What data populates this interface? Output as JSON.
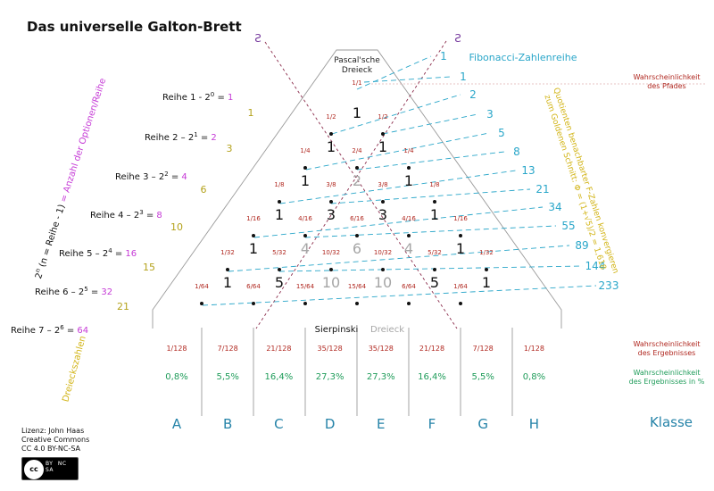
{
  "title": "Das universelle Galton-Brett",
  "pascal_label": [
    "Pascal'sche",
    "Dreieck"
  ],
  "fibonacci_label": "Fibonacci-Zahlenreihe",
  "fibonacci_numbers": [
    "1",
    "1",
    "2",
    "3",
    "5",
    "8",
    "13",
    "21",
    "34",
    "55",
    "89",
    "144",
    "233"
  ],
  "path_prob_label": [
    "Wahrscheinlichkeit",
    "des Pfades"
  ],
  "result_prob_label": [
    "Wahrscheinlichkeit",
    "des Ergebnisses"
  ],
  "result_pct_label": [
    "Wahrscheinlichkeit",
    "des Ergebnisses  in %"
  ],
  "class_label": "Klasse",
  "classes": [
    "A",
    "B",
    "C",
    "D",
    "E",
    "F",
    "G",
    "H"
  ],
  "result_fractions": [
    "1/128",
    "7/128",
    "21/128",
    "35/128",
    "35/128",
    "21/128",
    "7/128",
    "1/128"
  ],
  "result_percents": [
    "0,8%",
    "5,5%",
    "16,4%",
    "27,3%",
    "27,3%",
    "16,4%",
    "5,5%",
    "0,8%"
  ],
  "row_labels": [
    {
      "base": "Reihe 1 - 2",
      "exp": "0",
      "eq": " = ",
      "val": "1"
    },
    {
      "base": "Reihe 2 – 2",
      "exp": "1",
      "eq": " = ",
      "val": "2"
    },
    {
      "base": "Reihe 3 – 2",
      "exp": "2",
      "eq": " = ",
      "val": "4"
    },
    {
      "base": "Reihe 4 – 2",
      "exp": "3",
      "eq": " = ",
      "val": "8"
    },
    {
      "base": "Reihe 5 – 2",
      "exp": "4",
      "eq": " = ",
      "val": "16"
    },
    {
      "base": "Reihe 6 – 2",
      "exp": "5",
      "eq": " = ",
      "val": "32"
    },
    {
      "base": "Reihe 7 – 2",
      "exp": "6",
      "eq": " = ",
      "val": "64"
    }
  ],
  "triangular_numbers": [
    "1",
    "3",
    "6",
    "10",
    "15",
    "21"
  ],
  "triangular_label": "Dreieckszahlen",
  "left_vertical_label": {
    "pre": "2",
    "exp": "n",
    "mid": " (n = Reihe - 1) ",
    "hl": "= Anzahl der Optionen/Reihe"
  },
  "right_vertical_label": [
    "Quotienten benachbarter F-Zahlen konvergieren",
    "zum Goldenen Schnitt: Φ = (1+√5)/2 = 1,618"
  ],
  "sierpinski_label": [
    "Sierpinski",
    "Dreieck"
  ],
  "nz_symbol": "Ƨ",
  "pascal_rows": [
    [
      "1"
    ],
    [
      "1",
      "1"
    ],
    [
      "1",
      "2",
      "1"
    ],
    [
      "1",
      "3",
      "3",
      "1"
    ],
    [
      "1",
      "4",
      "6",
      "4",
      "1"
    ],
    [
      "1",
      "5",
      "10",
      "10",
      "5",
      "1"
    ]
  ],
  "path_fractions": [
    [
      "1/1"
    ],
    [
      "1/2",
      "1/2"
    ],
    [
      "1/4",
      "2/4",
      "1/4"
    ],
    [
      "1/8",
      "3/8",
      "3/8",
      "1/8"
    ],
    [
      "1/16",
      "4/16",
      "6/16",
      "4/16",
      "1/16"
    ],
    [
      "1/32",
      "5/32",
      "10/32",
      "10/32",
      "5/32",
      "1/32"
    ],
    [
      "1/64",
      "6/64",
      "15/64",
      "15/64",
      "6/64",
      "1/64"
    ]
  ],
  "license": [
    "Lizenz: John Haas",
    "Creative Commons",
    "CC 4.0 BY-NC-SA"
  ],
  "cc_badge": {
    "mark": "cc",
    "tags": [
      "BY",
      "NC",
      "SA"
    ]
  },
  "colors": {
    "cyan": "#29a6c9",
    "red": "#b0271f",
    "green": "#1f9c5a",
    "magenta": "#c53ad6",
    "olive": "#b4a21c",
    "gold": "#d2b416",
    "purple": "#7a3fa0",
    "gray": "#a6a6a6",
    "class_blue": "#2583a8",
    "line_gray": "#9a9a9a",
    "diag_red": "#8a2a4a"
  }
}
